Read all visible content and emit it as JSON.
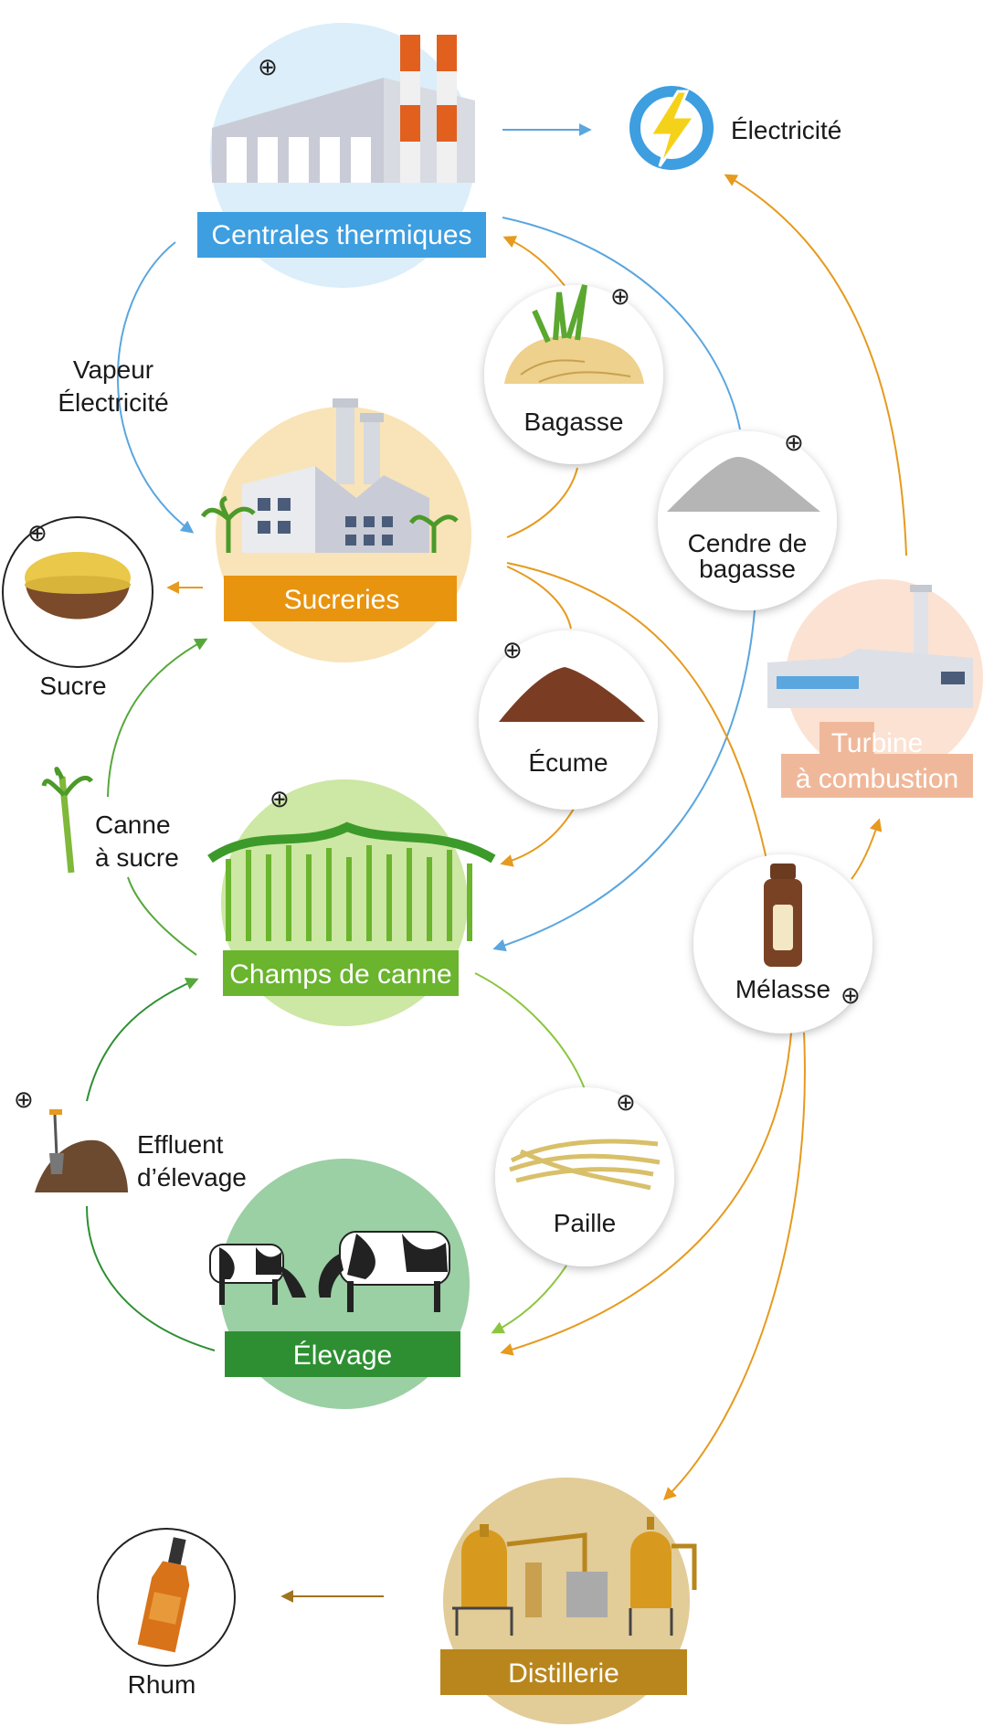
{
  "colors": {
    "blue_arrow": "#5aa6df",
    "orange_arrow": "#e69a1e",
    "green_arrow": "#57a83a",
    "light_green_arrow": "#8cc63f",
    "brown_arrow": "#a0731e",
    "banner_thermal": "#3d9ee0",
    "banner_sugar": "#e8940f",
    "banner_fields": "#6ab42e",
    "banner_livestock": "#2e8f32",
    "banner_turbine": "#f0b89a",
    "banner_distillery": "#b8861c"
  },
  "nodes": {
    "thermal": {
      "label": "Centrales thermiques",
      "icon": "power-plant-icon"
    },
    "electricity": {
      "label": "Électricité",
      "icon": "lightning-icon"
    },
    "sugar_mills": {
      "label": "Sucreries",
      "icon": "factory-icon"
    },
    "sugar": {
      "label": "Sucre",
      "icon": "sugar-bowl-icon"
    },
    "bagasse": {
      "label": "Bagasse",
      "icon": "bagasse-pile-icon"
    },
    "bagasse_ash": {
      "line1": "Cendre de",
      "line2": "bagasse",
      "icon": "ash-pile-icon"
    },
    "turbine": {
      "line1": "Turbine",
      "line2": "à combustion",
      "icon": "turbine-plant-icon"
    },
    "scum": {
      "label": "Écume",
      "icon": "scum-pile-icon"
    },
    "cane_fields": {
      "label": "Champs de canne",
      "icon": "sugar-cane-field-icon"
    },
    "molasses": {
      "label": "Mélasse",
      "icon": "molasses-bottle-icon"
    },
    "straw": {
      "label": "Paille",
      "icon": "straw-icon"
    },
    "livestock": {
      "label": "Élevage",
      "icon": "cows-icon"
    },
    "effluent": {
      "line1": "Effluent",
      "line2": "d’élevage",
      "icon": "manure-icon"
    },
    "distillery": {
      "label": "Distillerie",
      "icon": "still-icon"
    },
    "rum": {
      "label": "Rhum",
      "icon": "rum-bottle-icon"
    }
  },
  "edge_labels": {
    "steam": {
      "line1": "Vapeur",
      "line2": "Électricité"
    },
    "cane": {
      "line1": "Canne",
      "line2": "à sucre"
    }
  },
  "expand_marker": "⊕"
}
